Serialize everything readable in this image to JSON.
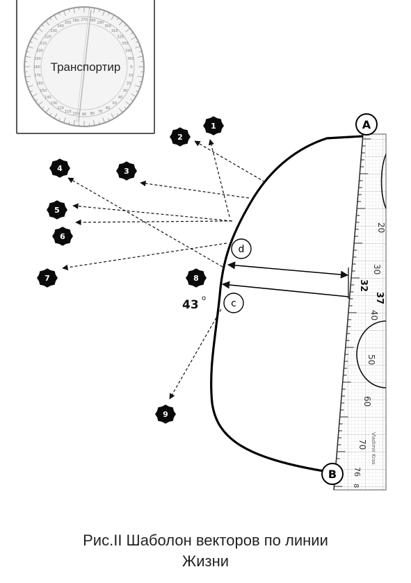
{
  "protractor": {
    "label": "Транспортир"
  },
  "points": {
    "a": "A",
    "b": "B",
    "c": "c",
    "d": "d"
  },
  "badges": [
    "1",
    "2",
    "3",
    "4",
    "5",
    "6",
    "7",
    "8",
    "9"
  ],
  "measurements": {
    "dc_distance": "32",
    "c_distance": "37",
    "angle": "43",
    "angle_unit": "o"
  },
  "ruler": {
    "ticks": [
      "20",
      "30",
      "40",
      "50",
      "60",
      "70",
      "76",
      "8"
    ],
    "brand": "Vladimir Kras"
  },
  "caption": {
    "line1": "Рис.II Шаболон векторов по линии",
    "line2": "Жизни"
  },
  "colors": {
    "ink": "#111111",
    "badge": "#0a0a0a",
    "grid": "#c8c8c8"
  }
}
